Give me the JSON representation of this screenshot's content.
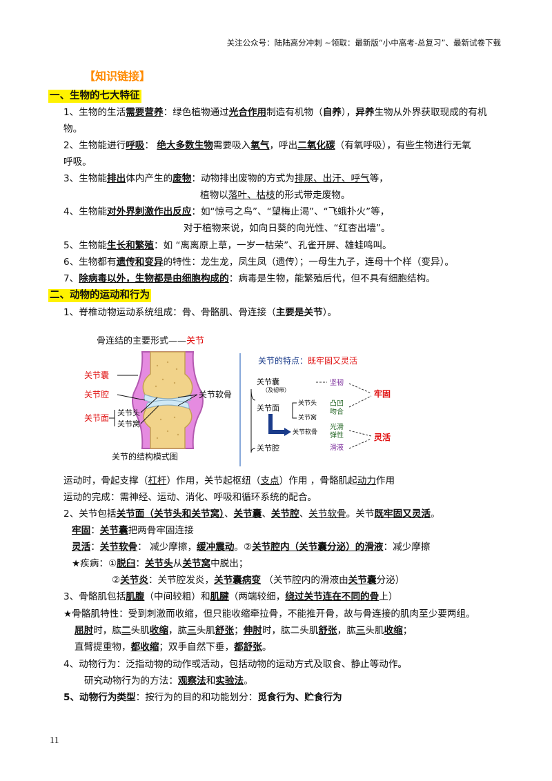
{
  "header": "关注公众号：陆陆高分冲刺  ~领取：最新版“小中高考-总复习”、最新试卷下载",
  "knowledge_link": "【知识链接】",
  "section1": {
    "title": "一、生物的七大特征",
    "l1": [
      "1、生物的生活",
      "需要营养",
      "：绿色植物通过",
      "光合作用",
      "制造有机物（",
      "自养",
      "），",
      "异养",
      "生物从外界获取现成的有机"
    ],
    "l1b": "物。",
    "l2": [
      "2、生物能进行",
      "呼吸",
      "：  ",
      "绝大多数生物",
      "需要吸入",
      "氧气",
      "，呼出",
      "二氧化碳",
      "（有氧呼吸），有些生物进行无氧"
    ],
    "l2b": "呼吸。",
    "l3": [
      "3、生物能",
      "排出",
      "体内产生的",
      "废物",
      "：动物排出废物的方式为",
      "排尿、出汗、呼气",
      "等，"
    ],
    "l3b": [
      "植物以",
      "落叶、枯枝",
      "的形式带走废物。"
    ],
    "l4": [
      "4、生物能",
      "对外界刺激作出反应",
      "：如“惊弓之鸟”、“望梅止渴”、“飞蛾扑火”等，"
    ],
    "l4b": "对于植物来说，如向日葵的向光性、“红杏出墙”。",
    "l5": [
      "5、生物能",
      "生长和繁殖",
      "：如 “离离原上草，一岁一枯荣”、孔雀开屏、雄蛙鸣叫。"
    ],
    "l6": [
      "6、生物都有",
      "遗传和变异",
      "的特性：龙生龙，凤生凤（遗传）；一母生九子，连母十个样（变异）。"
    ],
    "l7": [
      "7、",
      "除病毒以外，生物都是由细胞构成的",
      "：病毒是生物，能繁殖后代，但不具有细胞结构。"
    ]
  },
  "section2": {
    "title": "二、动物的运动和行为",
    "l1": [
      "1、脊椎动物运动系统组成：骨、骨骼肌、骨连接（",
      "主要是关节",
      "）。"
    ],
    "figure": {
      "left_title": "骨连结的主要形式——",
      "left_title_red": "关节",
      "left_caption": "关节的结构模式图",
      "labels_red": [
        "关节囊",
        "关节腔",
        "关节面"
      ],
      "labels_black": [
        "关节软骨",
        "关节头",
        "关节窝"
      ],
      "right_title": "关节的特点：",
      "right_title_red": "既牢固又灵活",
      "tree": [
        "关节囊",
        "（及韧带）",
        "关节面",
        "关节头",
        "关节窝",
        "关节软骨",
        "关节腔"
      ],
      "props": [
        "坚韧",
        "凸凹",
        "吻合",
        "光滑",
        "弹性",
        "滑液"
      ],
      "results": [
        "牢固",
        "灵活"
      ]
    },
    "motion1": [
      "运动时，骨起支撑（",
      "杠杆",
      "）作用，关节起枢纽（",
      "支点",
      "）作用 ，骨骼肌起",
      "动力",
      "作用"
    ],
    "motion2": "运动的完成：需神经、运动、消化、呼吸和循环系统的配合。",
    "l2": [
      "2、关节包括",
      "关节面（关节头和关节窝）",
      "、",
      "关节囊",
      "、",
      "关节腔",
      "、",
      "关节软骨",
      "。关节",
      "既牢固又灵活",
      "。"
    ],
    "firm": [
      "牢固",
      "：",
      "关节囊",
      "把两骨牢固连接"
    ],
    "flex": [
      "灵活",
      "：",
      "关节软骨",
      "：  减少摩擦，",
      "缓冲震动",
      "。②",
      "关节腔内（关节囊分泌）的滑液",
      "：减少摩擦"
    ],
    "disease1": [
      "★疾病：①",
      "脱臼",
      "：",
      "关节头",
      "从",
      "关节窝",
      "中脱出；"
    ],
    "disease2": [
      "②",
      "关节炎",
      "：关节腔发炎，",
      "关节囊病变",
      "  （关节腔内的滑液由",
      "关节囊",
      "分泌）"
    ],
    "l3": [
      "3、骨骼肌包括",
      "肌腹",
      "（中间较粗）和",
      "肌腱",
      "（两端较细，",
      "绕过关节连在不同的骨",
      "上）"
    ],
    "star": "★骨骼肌特性：受到刺激而收缩，但只能收缩牵拉骨，不能推开骨，故与骨连接的肌肉至少要两组。",
    "arm1": [
      "屈肘",
      "时，肱",
      "二",
      "头肌",
      "收缩",
      "，肱",
      "三",
      "头肌",
      "舒张",
      "；",
      "伸肘",
      "时，肱二头肌",
      "舒张",
      "，肱",
      "三",
      "头肌",
      "收缩",
      "；"
    ],
    "arm2": [
      "直臂提重物，",
      "都收缩",
      "；双手自然下垂，",
      "都舒张",
      "。"
    ],
    "l4": "4、动物行为：泛指动物的动作或活动，包括动物的运动方式及取食、静止等动作。",
    "l4b": [
      "研究动物行为的方法：",
      "观察法",
      "和",
      "实验法",
      "。"
    ],
    "l5": [
      "5、动物行为类型",
      "：按行为的目的和功能划分：",
      "觅食行为、贮食行为"
    ]
  },
  "page_number": "11"
}
